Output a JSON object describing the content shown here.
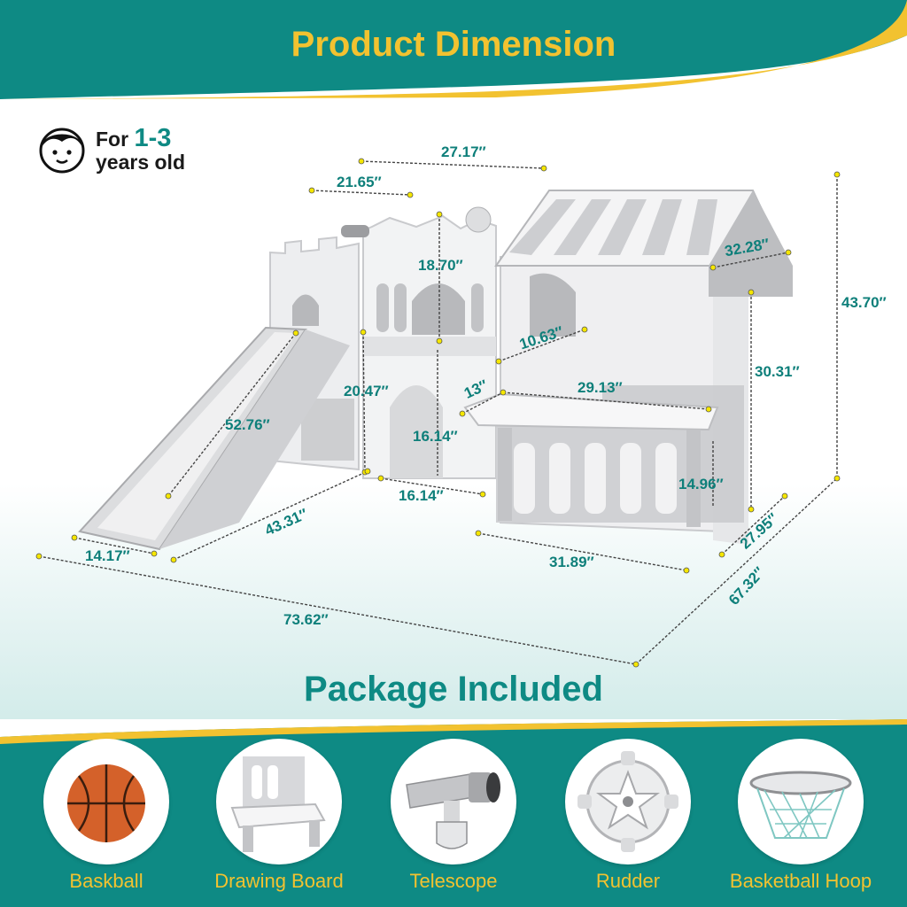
{
  "header": {
    "title": "Product Dimension"
  },
  "age_badge": {
    "prefix": "For",
    "range": "1-3",
    "suffix": "years old"
  },
  "dimensions": {
    "top_width": "27.17″",
    "tower_width": "21.65″",
    "tower_height": "18.70″",
    "roof_width": "32.28″",
    "overall_height": "43.70″",
    "window_width": "10.63″",
    "house_height": "30.31″",
    "arch_height_upper": "20.47″",
    "table_depth": "13″",
    "table_width": "29.13″",
    "slide_length": "52.76″",
    "arch_height_lower": "16.14″",
    "arch_width": "16.14″",
    "fence_height": "14.96″",
    "slide_base": "43.31″",
    "house_depth": "27.95″",
    "slide_width": "14.17″",
    "fence_width": "31.89″",
    "overall_depth": "67.32″",
    "overall_length": "73.62″"
  },
  "package": {
    "title": "Package Included",
    "items": [
      {
        "label": "Baskball",
        "icon": "basketball-icon"
      },
      {
        "label": "Drawing Board",
        "icon": "drawing-board-icon"
      },
      {
        "label": "Telescope",
        "icon": "telescope-icon"
      },
      {
        "label": "Rudder",
        "icon": "rudder-icon"
      },
      {
        "label": "Basketball Hoop",
        "icon": "basketball-hoop-icon"
      }
    ]
  },
  "colors": {
    "teal": "#0E8A84",
    "yellow": "#F2C230",
    "gray": "#B9B9BB",
    "dim_text": "#0E7F7A"
  }
}
